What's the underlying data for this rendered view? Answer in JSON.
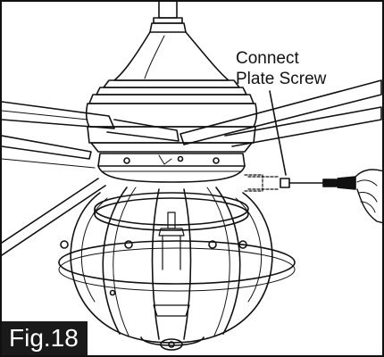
{
  "callout": {
    "line1": "Connect",
    "line2": "Plate Screw"
  },
  "figure": {
    "label": "Fig.18"
  },
  "colors": {
    "line": "#111111",
    "label_background": "#1a1a1a",
    "label_text": "#ffffff"
  }
}
